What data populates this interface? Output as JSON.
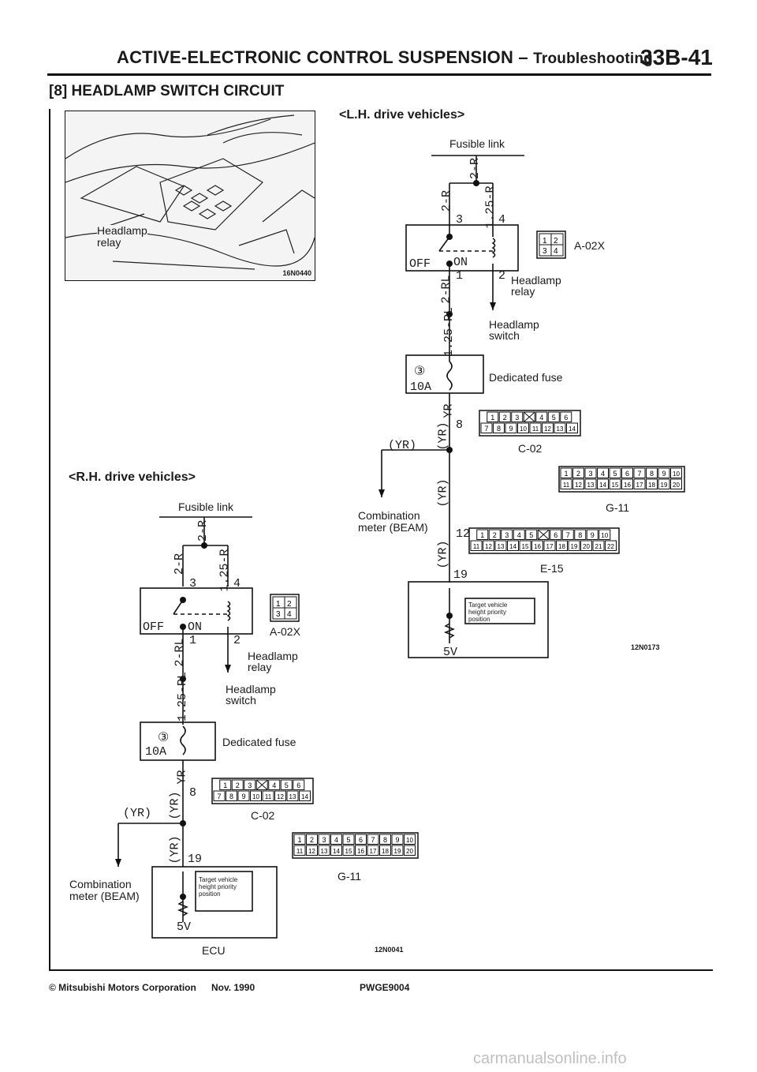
{
  "header": {
    "title": "ACTIVE-ELECTRONIC CONTROL SUSPENSION",
    "dash": " – ",
    "subtitle": "Troubleshooting",
    "page_number": "33B-41"
  },
  "section_title": "[8] HEADLAMP SWITCH CIRCUIT",
  "photo": {
    "label_line1": "Headlamp",
    "label_line2": "relay",
    "code": "16N0440"
  },
  "lh": {
    "title": "<L.H. drive vehicles>",
    "fusible_link": "Fusible link",
    "wire_top": "2-R",
    "wire_left": "2-R",
    "wire_right": "1.25-R",
    "pin3": "3",
    "pin4": "4",
    "off": "OFF",
    "on": "ON",
    "pin1": "1",
    "pin2": "2",
    "relay_label": "Headlamp\nrelay",
    "switch_label": "Headlamp\nswitch",
    "conn_a02x": "A-02X",
    "wire_2rl": "2-RL",
    "wire_125rl": "1.25-RL",
    "fuse_num": "③",
    "fuse_amp": "10A",
    "fuse_label": "Dedicated fuse",
    "wire_yr": "YR",
    "wire_yr_paren": "(YR)",
    "pin8": "8",
    "yr_left": "(YR)",
    "conn_c02": "C-02",
    "conn_g11": "G-11",
    "conn_e15": "E-15",
    "meter_label": "Combination\nmeter (BEAM)",
    "pin12": "12",
    "pin19": "19",
    "ecu_box_text": "Target vehicle\nheight priority\nposition",
    "volt": "5V",
    "code": "12N0173"
  },
  "rh": {
    "title": "<R.H. drive vehicles>",
    "fusible_link": "Fusible link",
    "wire_top": "2-R",
    "wire_left": "2-R",
    "wire_right": "1.25-R",
    "pin3": "3",
    "pin4": "4",
    "off": "OFF",
    "on": "ON",
    "pin1": "1",
    "pin2": "2",
    "relay_label": "Headlamp\nrelay",
    "switch_label": "Headlamp\nswitch",
    "conn_a02x": "A-02X",
    "wire_2rl": "2-RL",
    "wire_125rl": "1.25-RL",
    "fuse_num": "③",
    "fuse_amp": "10A",
    "fuse_label": "Dedicated fuse",
    "wire_yr": "YR",
    "wire_yr_paren": "(YR)",
    "pin8": "8",
    "yr_left": "(YR)",
    "conn_c02": "C-02",
    "conn_g11": "G-11",
    "meter_label": "Combination\nmeter (BEAM)",
    "pin19": "19",
    "ecu_box_text": "Target vehicle\nheight priority\nposition",
    "volt": "5V",
    "ecu_label": "ECU",
    "code": "12N0041"
  },
  "connectors": {
    "a02x_pins": [
      "1",
      "2",
      "3",
      "4"
    ],
    "c02_top": [
      "1",
      "2",
      "3",
      "",
      "4",
      "5",
      "6"
    ],
    "c02_bot": [
      "7",
      "8",
      "9",
      "10",
      "11",
      "12",
      "13",
      "14"
    ],
    "g11_top": [
      "1",
      "2",
      "3",
      "4",
      "5",
      "6",
      "7",
      "8",
      "9",
      "10"
    ],
    "g11_bot": [
      "11",
      "12",
      "13",
      "14",
      "15",
      "16",
      "17",
      "18",
      "19",
      "20"
    ],
    "e15_top": [
      "1",
      "2",
      "3",
      "4",
      "5",
      "",
      "6",
      "7",
      "8",
      "9",
      "10"
    ],
    "e15_bot": [
      "11",
      "12",
      "13",
      "14",
      "15",
      "16",
      "17",
      "18",
      "19",
      "20",
      "21",
      "22"
    ]
  },
  "footer": {
    "copyright": "© Mitsubishi Motors Corporation",
    "date": "Nov. 1990",
    "code": "PWGE9004"
  },
  "watermark": "carmanualsonline.info"
}
